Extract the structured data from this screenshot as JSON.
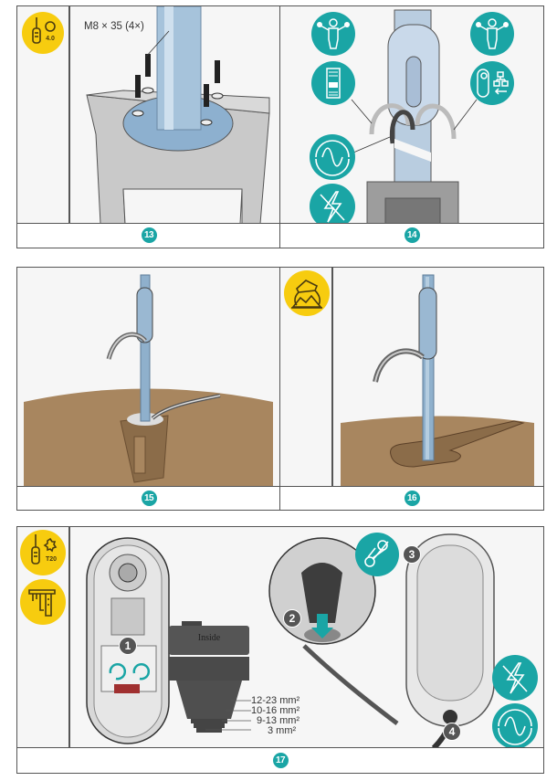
{
  "panels": [
    {
      "step": "13",
      "annotation": "M8 × 35 (4×)",
      "tools": [
        {
          "icon": "screwdriver-hex-icon",
          "size_label": "4.0"
        }
      ]
    },
    {
      "step": "14",
      "icons": [
        "qualified-person-icon",
        "breaker-module-icon",
        "qualified-person-icon",
        "network-diagram-icon",
        "ac-power-icon",
        "no-voltage-icon"
      ]
    },
    {
      "step": "15"
    },
    {
      "step": "16",
      "tools": [
        {
          "icon": "sand-bag-icon"
        }
      ]
    },
    {
      "step": "17",
      "tools": [
        {
          "icon": "screwdriver-torx-icon",
          "size_label": "T20"
        },
        {
          "icon": "caliper-icon"
        }
      ],
      "grommet_label": "Inside",
      "callouts": [
        "1",
        "2",
        "3",
        "4"
      ],
      "cable_sizes": [
        "12-23 mm²",
        "10-16 mm²",
        "9-13 mm²",
        "3 mm²"
      ],
      "icons": [
        "scissors-icon",
        "no-voltage-icon",
        "ac-power-icon"
      ]
    }
  ],
  "colors": {
    "teal": "#1aa5a5",
    "yellow": "#f7cc0f",
    "border": "#555555",
    "soil": "#a8865f",
    "pole": "#8fb0cc"
  }
}
